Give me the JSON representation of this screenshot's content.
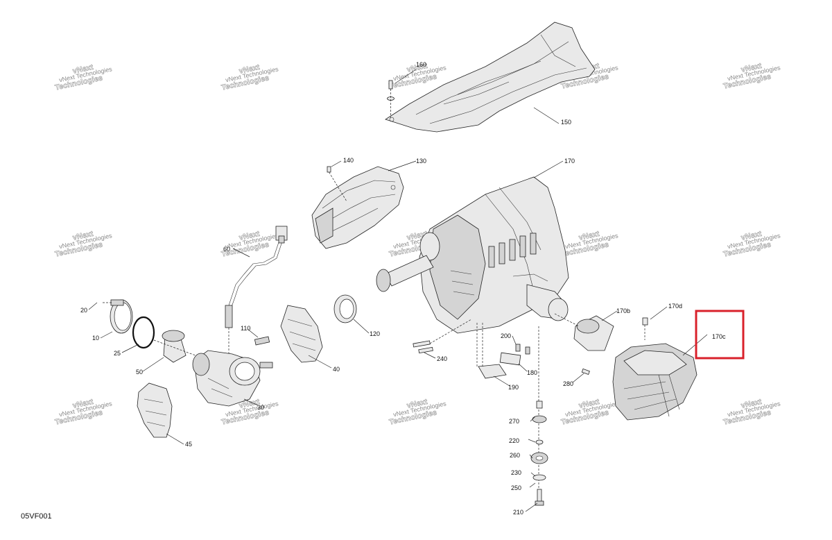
{
  "diagram": {
    "code": "05VF001",
    "watermark_line1": "vNext",
    "watermark_line2": "vNext Technologies",
    "watermark_line3": "Technologies",
    "highlight_color": "#d9212b",
    "callouts": [
      "160",
      "150",
      "140",
      "130",
      "170",
      "60",
      "20",
      "10",
      "25",
      "50",
      "110",
      "120",
      "40",
      "30",
      "45",
      "200",
      "180",
      "240",
      "190",
      "170b",
      "170d",
      "170c",
      "280",
      "270",
      "220",
      "260",
      "230",
      "250",
      "210"
    ],
    "highlighted_callout": "170c"
  }
}
